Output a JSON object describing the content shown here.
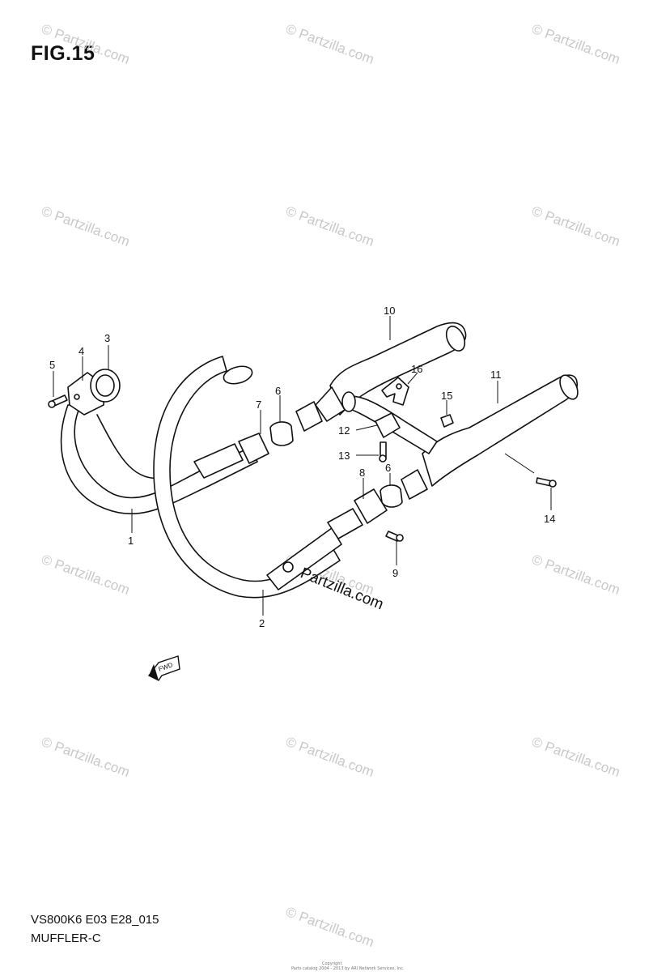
{
  "figure": {
    "title": "FIG.15",
    "code": "VS800K6 E03 E28_015",
    "name": "MUFFLER-C"
  },
  "watermark": {
    "text": "© Partzilla.com",
    "diagram_text": "Partzilla.com"
  },
  "copyright": {
    "line1": "Copyright",
    "line2": "Parts catalog 2004 - 2013 by ARI Network Services, Inc."
  },
  "fwd_label": "FWD",
  "callouts": [
    {
      "id": "1"
    },
    {
      "id": "2"
    },
    {
      "id": "3"
    },
    {
      "id": "4"
    },
    {
      "id": "5"
    },
    {
      "id": "6"
    },
    {
      "id": "6"
    },
    {
      "id": "7"
    },
    {
      "id": "8"
    },
    {
      "id": "9"
    },
    {
      "id": "10"
    },
    {
      "id": "11"
    },
    {
      "id": "12"
    },
    {
      "id": "13"
    },
    {
      "id": "14"
    },
    {
      "id": "15"
    },
    {
      "id": "16"
    }
  ],
  "colors": {
    "line": "#111111",
    "watermark": "#c8c8c8",
    "background": "#ffffff"
  }
}
